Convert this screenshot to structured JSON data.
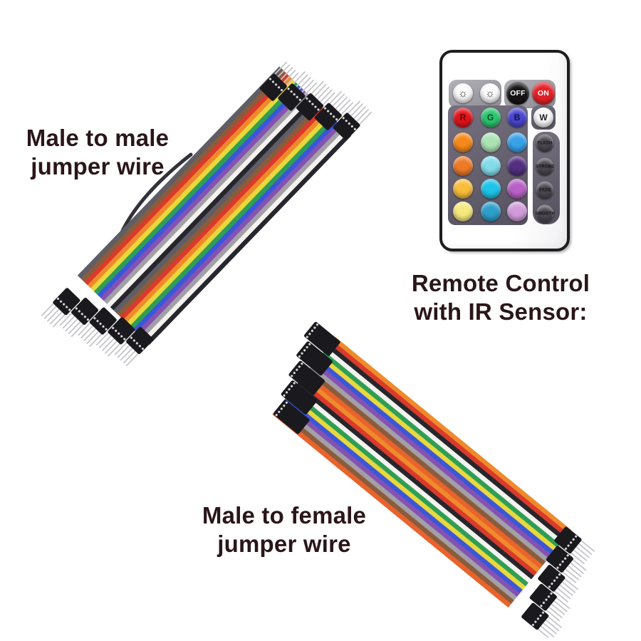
{
  "page": {
    "background_color": "#ffffff"
  },
  "text_color": "#2a161a",
  "sections": {
    "male_to_male": {
      "label_line1": "Male to male",
      "label_line2": "jumper wire"
    },
    "remote": {
      "label_line1": "Remote Control",
      "label_line2": "with IR Sensor:"
    },
    "male_to_female": {
      "label_line1": "Male to female",
      "label_line2": "jumper wire"
    }
  },
  "remote_control": {
    "body_color": "#ffffff",
    "border_color": "#1d1d1d",
    "panel_light_color": "#9b99a1",
    "panel_dark_color": "#5e5a66",
    "power_row": [
      {
        "name": "brightness-up-button",
        "icon": "sun-brightness-up-icon",
        "glyph": "☼",
        "bg": "#fbfbfb",
        "fg": "#2f2f2f"
      },
      {
        "name": "brightness-down-button",
        "icon": "sun-brightness-down-icon",
        "glyph": "☼",
        "bg": "#fbfbfb",
        "fg": "#2f2f2f"
      },
      {
        "name": "off-button",
        "label": "OFF",
        "bg": "#151515",
        "fg": "#ffffff"
      },
      {
        "name": "on-button",
        "label": "ON",
        "bg": "#e32127",
        "fg": "#ffffff"
      }
    ],
    "grid": [
      [
        {
          "name": "red-button",
          "label": "R",
          "bg": "#e41319",
          "fg": "#5d0a0d"
        },
        {
          "name": "green-button",
          "label": "G",
          "bg": "#2dc56f",
          "fg": "#0a4d2a"
        },
        {
          "name": "blue-button",
          "label": "B",
          "bg": "#4a46d0",
          "fg": "#11103f"
        },
        {
          "name": "white-button",
          "label": "W",
          "bg": "#f7f7f7",
          "fg": "#222222"
        }
      ],
      [
        {
          "name": "orange-button",
          "bg": "#f6891c"
        },
        {
          "name": "light-green-button",
          "bg": "#abe3b4"
        },
        {
          "name": "sky-blue-button",
          "bg": "#38a2e9"
        },
        {
          "name": "flash-button",
          "label": "FLASH",
          "bg": "#4a474f",
          "fg": "#141418"
        }
      ],
      [
        {
          "name": "dark-orange-button",
          "bg": "#ee7a28"
        },
        {
          "name": "light-cyan-button",
          "bg": "#84dcea"
        },
        {
          "name": "purple-button",
          "bg": "#532f80"
        },
        {
          "name": "strobe-button",
          "label": "STROBE",
          "bg": "#4a474f",
          "fg": "#141418"
        }
      ],
      [
        {
          "name": "amber-button",
          "bg": "#f9bd3b"
        },
        {
          "name": "cyan-button",
          "bg": "#1ec4e9"
        },
        {
          "name": "magenta-button",
          "bg": "#b961c6"
        },
        {
          "name": "fade-button",
          "label": "FADE",
          "bg": "#4a474f",
          "fg": "#141418"
        }
      ],
      [
        {
          "name": "yellow-button",
          "bg": "#f6e97e"
        },
        {
          "name": "teal-blue-button",
          "bg": "#2d9fca"
        },
        {
          "name": "pink-button",
          "bg": "#d29cdb"
        },
        {
          "name": "smooth-button",
          "label": "SMOOTH",
          "bg": "#4a474f",
          "fg": "#141418"
        }
      ]
    ]
  },
  "wire_images": {
    "mm_ribbon_colors": [
      "#26262c",
      "#f3f2ef",
      "#a39fa6",
      "#8552b2",
      "#3b57d8",
      "#2f9e55",
      "#e9d83d",
      "#ef8a2b",
      "#d93a2c",
      "#8a5c3c",
      "#5f5d66"
    ],
    "mf_ribbon_colors": [
      "#ef8a2b",
      "#d93a2c",
      "#26262c",
      "#f3f2ef",
      "#2f9e55",
      "#e9d83d",
      "#3b57d8",
      "#8552b2",
      "#a39fa6",
      "#8a5c3c",
      "#e9632c"
    ],
    "connector_color": "#1a1a1e",
    "pin_color": "#c6c6ca",
    "dot_color": "#e9e9ea"
  }
}
